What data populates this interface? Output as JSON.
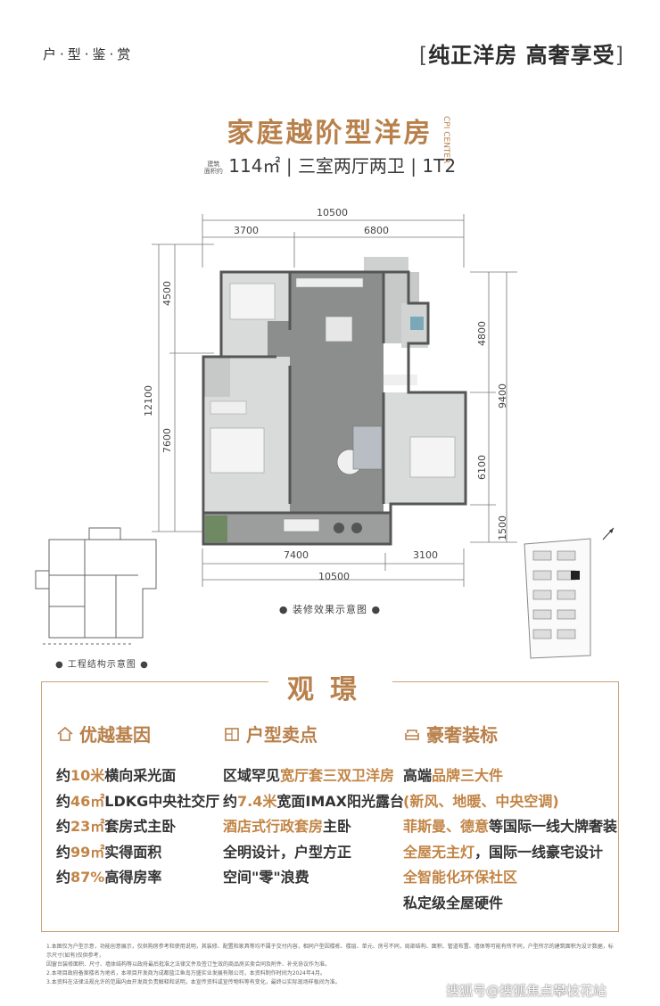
{
  "header": {
    "left": "户·型·鉴·赏",
    "right": "纯正洋房 高奢享受"
  },
  "title": "家庭越阶型洋房",
  "brand_mark": "CPI CENTER",
  "subtitle": {
    "area_label_1": "建筑",
    "area_label_2": "面积约",
    "area": "114㎡",
    "layout": "三室两厅两卫",
    "code": "1T2"
  },
  "dimensions": {
    "top_total": "10500",
    "top_left": "3700",
    "top_right": "6800",
    "left_top": "4500",
    "left_total": "12100",
    "left_bottom": "7600",
    "right_top": "4800",
    "right_total": "9400",
    "right_mid": "6100",
    "right_bottom": "1500",
    "bottom_left": "7400",
    "bottom_right": "3100",
    "bottom_total": "10500"
  },
  "caption_main": "装修效果示意图",
  "caption_structure": "工程结构示意图",
  "section_title": "观璟",
  "columns": [
    {
      "heading": "优越基因",
      "icon": "house-icon",
      "items": [
        [
          {
            "t": "约"
          },
          {
            "t": "10米",
            "h": true
          },
          {
            "t": "横向采光面"
          }
        ],
        [
          {
            "t": "约"
          },
          {
            "t": "46㎡",
            "h": true
          },
          {
            "t": "LDKG中央社交厅"
          }
        ],
        [
          {
            "t": "约"
          },
          {
            "t": "23㎡",
            "h": true
          },
          {
            "t": "套房式主卧"
          }
        ],
        [
          {
            "t": "约"
          },
          {
            "t": "99㎡",
            "h": true
          },
          {
            "t": "实得面积"
          }
        ],
        [
          {
            "t": "约"
          },
          {
            "t": "87%",
            "h": true
          },
          {
            "t": "高得房率"
          }
        ]
      ]
    },
    {
      "heading": "户型卖点",
      "icon": "floorplan-icon",
      "items": [
        [
          {
            "t": "区域罕见"
          },
          {
            "t": "宽厅套三双卫洋房",
            "h": true
          }
        ],
        [
          {
            "t": "约"
          },
          {
            "t": "7.4米",
            "h": true
          },
          {
            "t": "宽面IMAX阳光露台"
          }
        ],
        [
          {
            "t": "酒店式行政套房",
            "h": true
          },
          {
            "t": "主卧"
          }
        ],
        [
          {
            "t": "全明设计，户型方正"
          }
        ],
        [
          {
            "t": "空间\"零\"浪费"
          }
        ]
      ]
    },
    {
      "heading": "豪奢装标",
      "icon": "sofa-icon",
      "items": [
        [
          {
            "t": "高端"
          },
          {
            "t": "品牌三大件",
            "h": true
          }
        ],
        [
          {
            "t": "(新风、地暖、中央空调)",
            "h": true
          }
        ],
        [
          {
            "t": "菲斯曼、德意",
            "h": true
          },
          {
            "t": "等国际一线大牌奢装"
          }
        ],
        [
          {
            "t": "全屋无主灯",
            "h": true
          },
          {
            "t": "，国际一线豪宅设计"
          }
        ],
        [
          {
            "t": "全智能化环保社区",
            "h": true
          }
        ],
        [
          {
            "t": "私定级全屋硬件"
          }
        ]
      ]
    }
  ],
  "notes": [
    "1.本图仅为户型示意，功能创意展示，仅供购房参考和使用说明，其装修、配置和家具等均不属于交付内容，相同户型因楼栋、楼层、单元、房号不同，局部结构、面积、管道布置、墙体等可能有所不同，户型所示的建筑面积为设计数据，标示尺寸(如有)仅供参考，",
    "   因窗台装修面积、尺寸、墙体结构等以政府最后批准之法律文件及签订生效的商品房买卖合同及附件、补充协议作为准。",
    "2.本项目政府备案楼名为地名，本项目开发商为成都蓝江鱼岛万盛实业发展有限公司，本资料制作时间为2024年4月。",
    "3.本资料在法律法规允许的范围内由开发商负责解释和说明，本宣传资料或宣传物料等有变化，最终以实际现场样板间为准。"
  ],
  "watermark": "搜狐号@搜狐焦点攀枝花站",
  "colors": {
    "accent": "#b8804a",
    "highlight": "#c28445",
    "floor": "#8a8c8c"
  }
}
